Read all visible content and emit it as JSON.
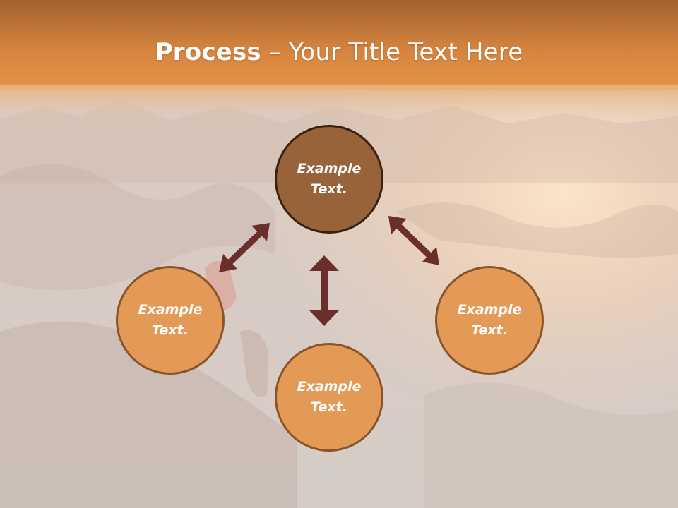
{
  "slide": {
    "title_bold": "Process",
    "title_rest": " – Your Title Text Here"
  },
  "nodes": {
    "top": "Example\nText.",
    "left": "Example\nText.",
    "bottom": "Example\nText.",
    "right": "Example\nText."
  },
  "colors": {
    "header_orange": "#e0893f",
    "node_dark": "#98623a",
    "node_light": "#e39a57",
    "arrow": "#6b2f2b"
  }
}
